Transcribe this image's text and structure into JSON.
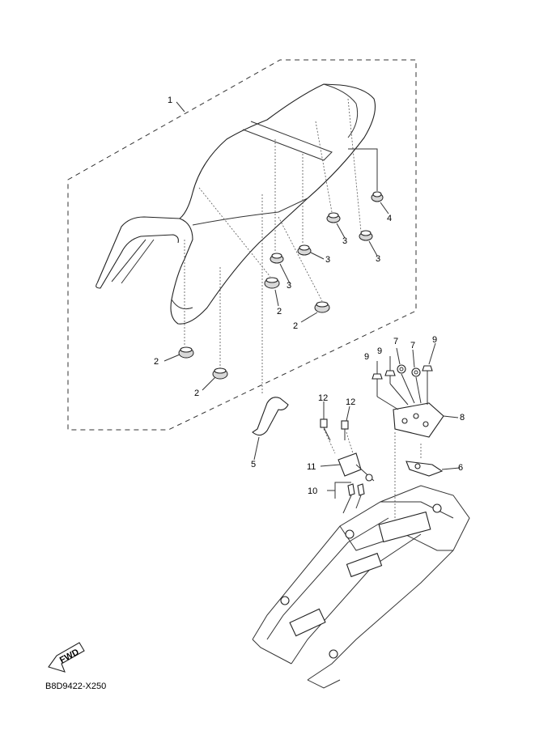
{
  "callouts": {
    "c1": "1",
    "c2": "2",
    "c3": "3",
    "c4": "4",
    "c5": "5",
    "c6": "6",
    "c7": "7",
    "c8": "8",
    "c9": "9",
    "c10": "10",
    "c11": "11",
    "c12": "12"
  },
  "fwd_badge": "FWD",
  "diagram_code": "B8D9422-X250"
}
